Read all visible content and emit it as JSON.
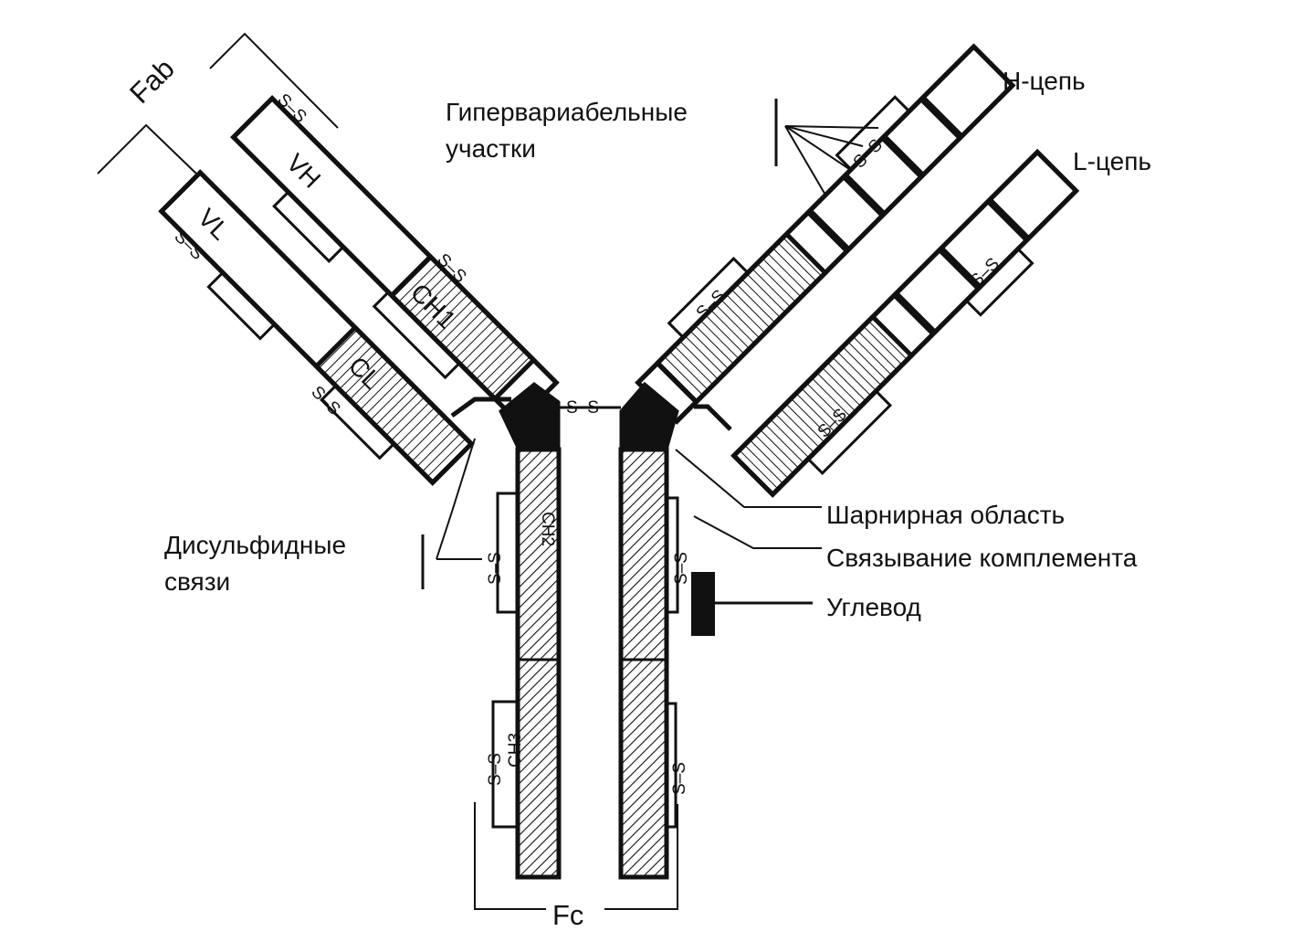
{
  "labels": {
    "fab": "Fab",
    "fc": "Fc",
    "h_chain": "H-цепь",
    "l_chain": "L-цепь",
    "hypervariable_line1": "Гипервариабельные",
    "hypervariable_line2": "участки",
    "hinge": "Шарнирная область",
    "complement": "Связывание комплемента",
    "carbohydrate": "Углевод",
    "disulfide_line1": "Дисульфидные",
    "disulfide_line2": "связи",
    "ss": "S–S",
    "vh": "VH",
    "vl": "VL",
    "ch1": "CH1",
    "cl": "CL",
    "ch2": "CH2",
    "ch3": "CH3"
  }
}
